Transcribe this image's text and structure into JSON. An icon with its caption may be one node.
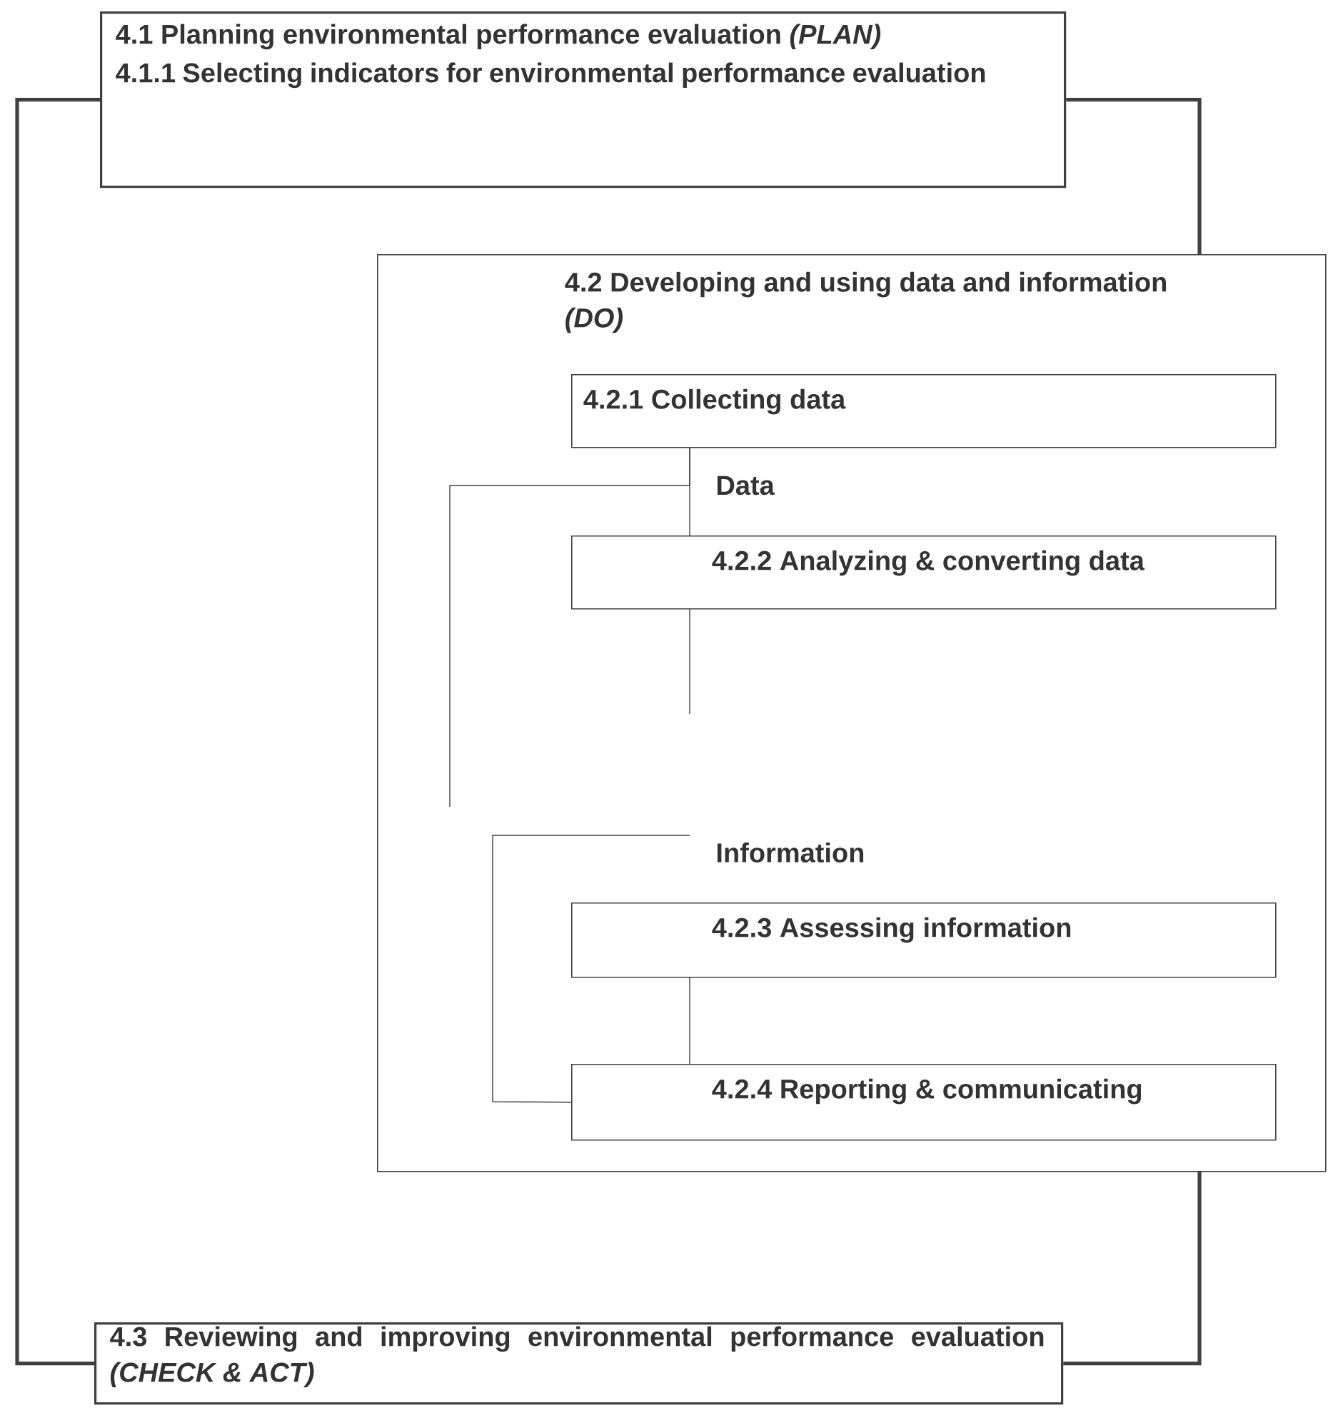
{
  "diagram": {
    "nodes": [
      {
        "text": [
          "4.1 Planning environmental performance evaluation *(PLAN)*",
          "4.1.1 Selecting indicators for environmental performance evaluation"
        ]
      },
      {
        "text": [
          "4.2 Developing and using data and information *(DO)*"
        ]
      },
      {
        "text": [
          "4.2.1 Collecting data"
        ],
        "in": 1
      },
      {
        "text": [
          "4.2.2 Analyzing & converting data"
        ],
        "in": 1
      },
      {
        "text": [
          "4.2.3 Assessing information"
        ],
        "in": 1
      },
      {
        "text": [
          "4.2.4 Reporting & communicating"
        ],
        "in": 1
      },
      {
        "text": [
          "4.3 Reviewing and improving environmental performance evaluation *(CHECK & ACT)*"
        ]
      }
    ],
    "edges": [
      {
        "from": 0,
        "to": 6,
        "arrow": "none",
        "style": "thick"
      },
      {
        "from": 0,
        "to": 1,
        "arrow": "none",
        "style": "thick"
      },
      {
        "from": 1,
        "to": 6,
        "arrow": "none",
        "style": "thick"
      },
      {
        "from": 2,
        "to": 3,
        "arrow": "none"
      },
      {
        "from": 2,
        "to": null,
        "arrow": "none"
      },
      {
        "from": 3,
        "to": null,
        "arrow": "none"
      },
      {
        "from": null,
        "to": 5,
        "arrow": "none"
      },
      {
        "from": 4,
        "to": 5,
        "arrow": "none"
      }
    ],
    "labels": [
      "Data",
      "Information"
    ]
  }
}
